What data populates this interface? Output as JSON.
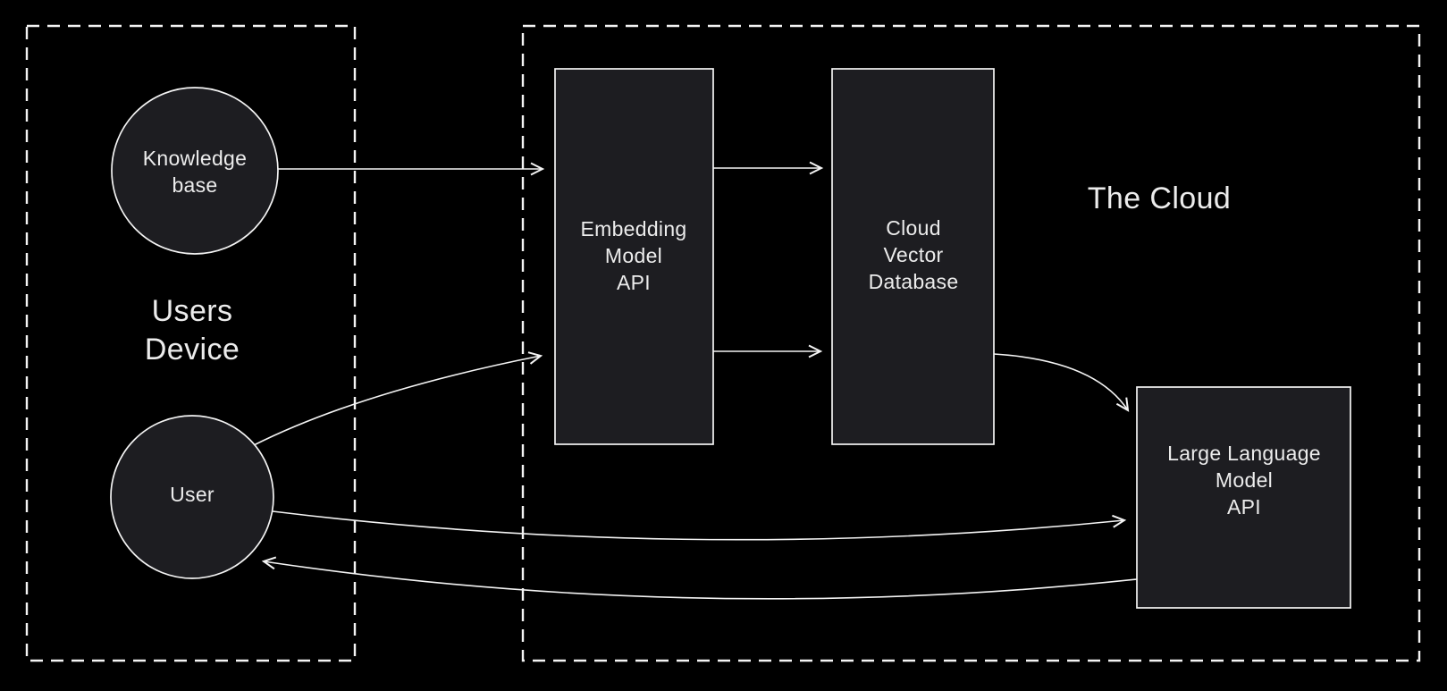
{
  "theme": {
    "background": "#000000",
    "line": "#f4f4f4",
    "node_fill": "#1d1d21",
    "text": "#ececec"
  },
  "regions": {
    "users_device": {
      "label_line1": "Users",
      "label_line2": "Device"
    },
    "the_cloud": {
      "label": "The Cloud"
    }
  },
  "nodes": {
    "knowledge_base": {
      "shape": "circle",
      "line1": "Knowledge",
      "line2": "base"
    },
    "user": {
      "shape": "circle",
      "label": "User"
    },
    "embedding_model_api": {
      "shape": "rect",
      "line1": "Embedding",
      "line2": "Model",
      "line3": "API"
    },
    "cloud_vector_database": {
      "shape": "rect",
      "line1": "Cloud",
      "line2": "Vector",
      "line3": "Database"
    },
    "large_language_model_api": {
      "shape": "rect",
      "line1": "Large Language",
      "line2": "Model",
      "line3": "API"
    }
  },
  "edges": [
    {
      "from": "knowledge_base",
      "to": "embedding_model_api",
      "style": "straight"
    },
    {
      "from": "embedding_model_api",
      "to": "cloud_vector_database",
      "style": "straight",
      "position": "upper"
    },
    {
      "from": "embedding_model_api",
      "to": "cloud_vector_database",
      "style": "straight",
      "position": "lower"
    },
    {
      "from": "user",
      "to": "embedding_model_api",
      "style": "curved"
    },
    {
      "from": "user",
      "to": "large_language_model_api",
      "style": "curved"
    },
    {
      "from": "cloud_vector_database",
      "to": "large_language_model_api",
      "style": "curved"
    },
    {
      "from": "large_language_model_api",
      "to": "user",
      "style": "curved"
    }
  ]
}
